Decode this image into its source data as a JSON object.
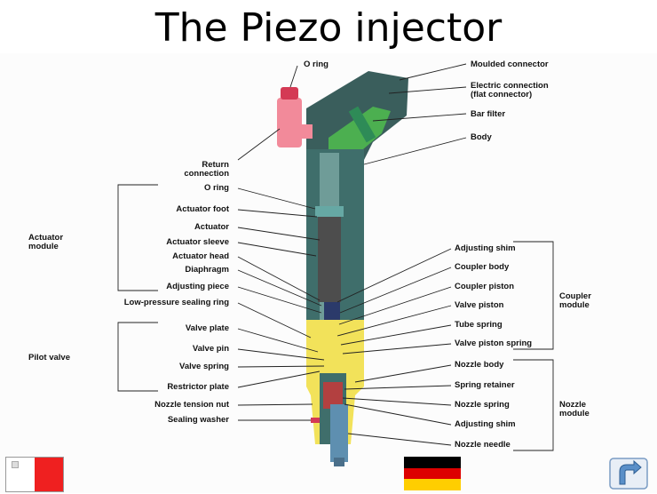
{
  "title": "The Piezo injector",
  "labels": {
    "o_ring_top": "O ring",
    "moulded_connector": "Moulded connector",
    "electric_connection_1": "Electric connection",
    "electric_connection_2": "(flat connector)",
    "bar_filter": "Bar filter",
    "body": "Body",
    "return_connection_1": "Return",
    "return_connection_2": "connection",
    "o_ring": "O ring",
    "actuator_foot": "Actuator foot",
    "actuator": "Actuator",
    "actuator_sleeve": "Actuator sleeve",
    "actuator_head": "Actuator head",
    "diaphragm": "Diaphragm",
    "adjusting_piece": "Adjusting piece",
    "low_pressure_sealing_ring": "Low-pressure sealing ring",
    "valve_plate": "Valve plate",
    "valve_pin": "Valve pin",
    "valve_spring": "Valve spring",
    "restrictor_plate": "Restrictor plate",
    "nozzle_tension_nut": "Nozzle tension nut",
    "sealing_washer": "Sealing washer",
    "adjusting_shim_top": "Adjusting shim",
    "coupler_body": "Coupler body",
    "coupler_piston": "Coupler piston",
    "valve_piston": "Valve piston",
    "tube_spring": "Tube spring",
    "valve_piston_spring": "Valve piston spring",
    "nozzle_body": "Nozzle body",
    "spring_retainer": "Spring retainer",
    "nozzle_spring": "Nozzle spring",
    "adjusting_shim_bottom": "Adjusting shim",
    "nozzle_needle": "Nozzle needle"
  },
  "groups": {
    "actuator_module_1": "Actuator",
    "actuator_module_2": "module",
    "pilot_valve": "Pilot valve",
    "coupler_module_1": "Coupler",
    "coupler_module_2": "module",
    "nozzle_module_1": "Nozzle",
    "nozzle_module_2": "module"
  },
  "colors": {
    "injector_body": "#3f6e6b",
    "body_dark": "#2b4a48",
    "connector_green": "#4caf50",
    "return_pink": "#f28a9a",
    "nozzle_yellow": "#f2e25a",
    "malta_red": "#ef2020",
    "de_black": "#000000",
    "de_red": "#dd0000",
    "de_gold": "#ffce00",
    "back_blue": "#5a8fc8"
  },
  "icons": {
    "malta_flag": "malta-flag-icon",
    "germany_flag": "germany-flag-icon",
    "back": "return-arrow-icon"
  }
}
